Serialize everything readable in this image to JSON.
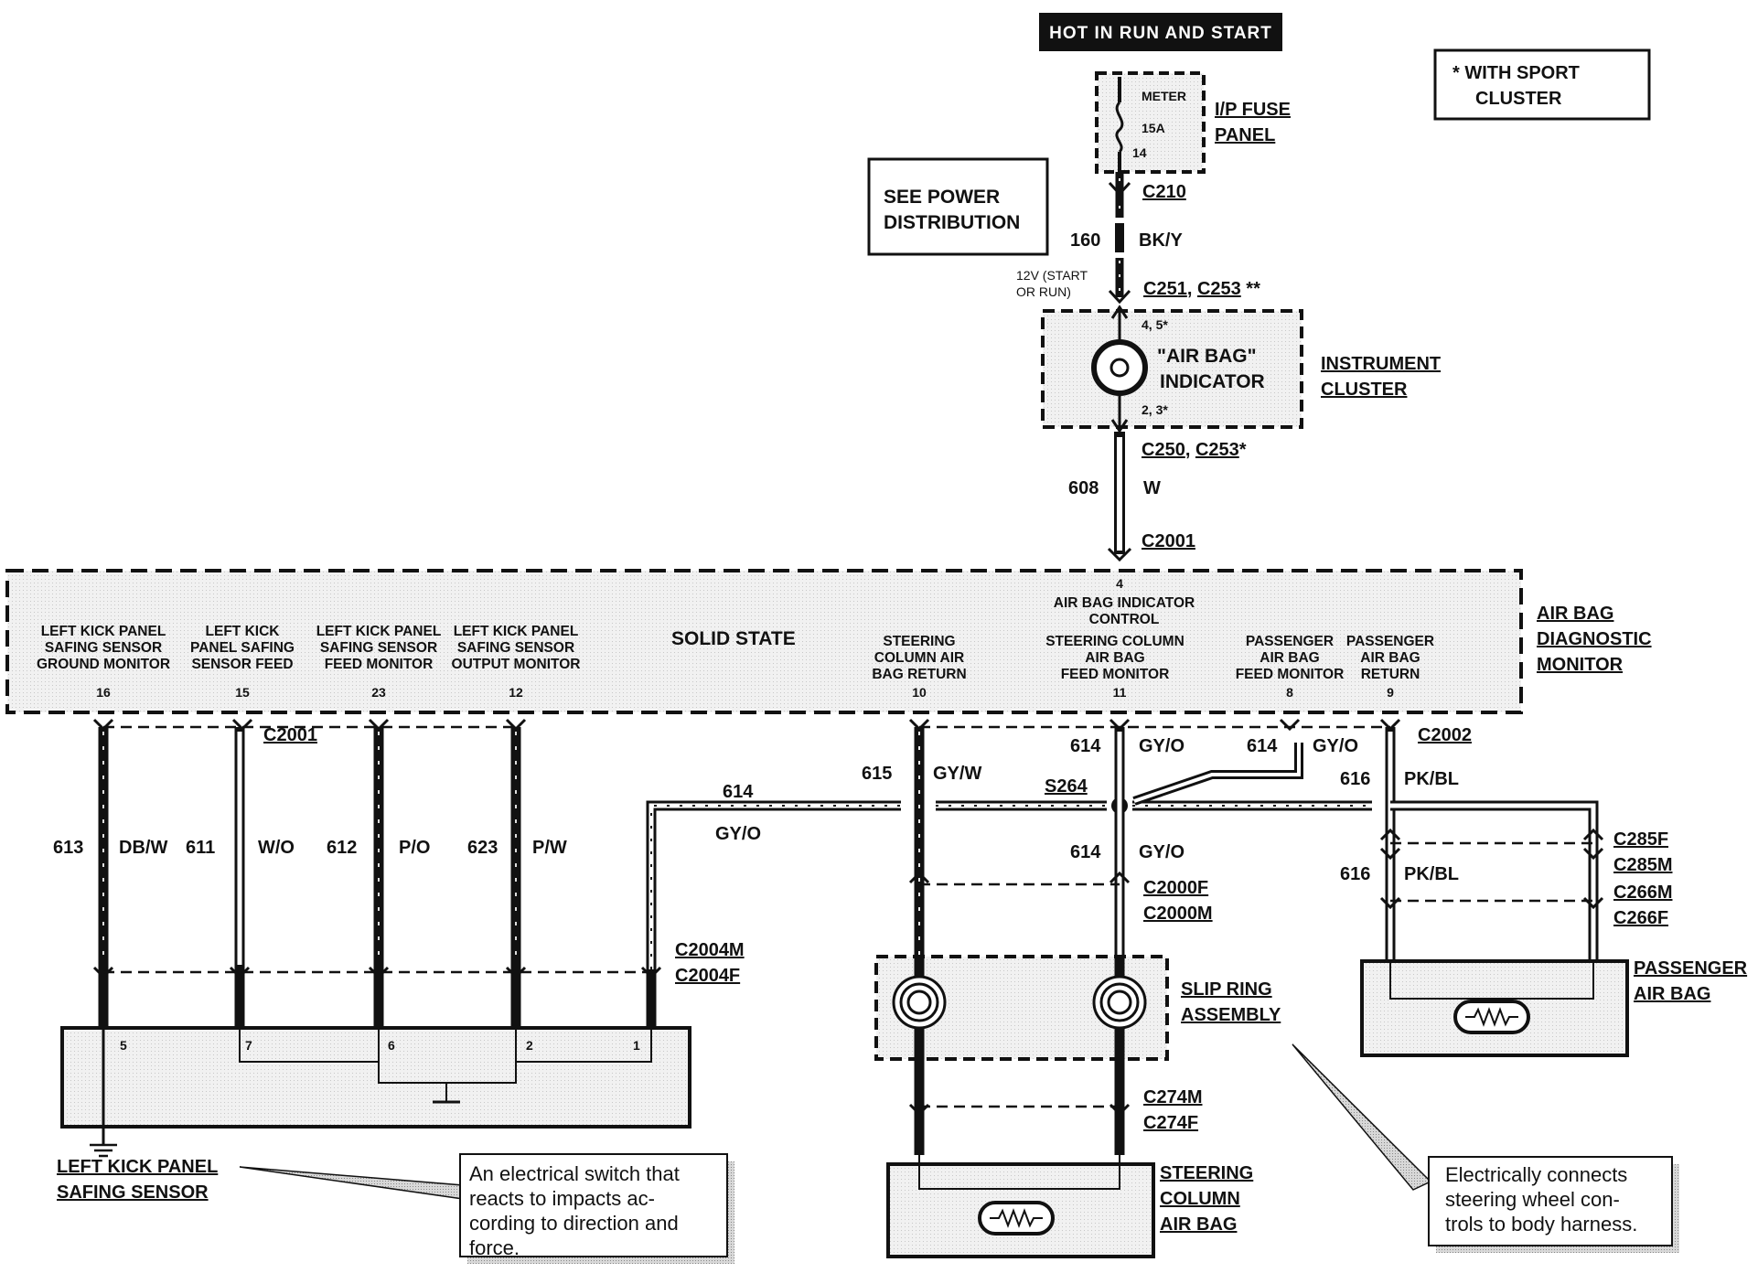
{
  "header": {
    "power_label": "HOT IN RUN AND START"
  },
  "legend": {
    "sport_line1": "*  WITH SPORT",
    "sport_line2": "CLUSTER"
  },
  "see_power": {
    "line1": "SEE POWER",
    "line2": "DISTRIBUTION"
  },
  "fuse_panel": {
    "name_line1": "I/P FUSE",
    "name_line2": "PANEL",
    "fuse_label": "METER",
    "rating": "15A",
    "number": "14"
  },
  "connectors": {
    "c210": "C210",
    "c251_c253": [
      "C251",
      ", ",
      "C253",
      " **"
    ],
    "c250_c253": [
      "C250",
      ", ",
      "C253",
      "*"
    ],
    "c2001_top": "C2001",
    "c2001_bottom": "C2001",
    "c2002": "C2002",
    "s264": "S264",
    "c2004": [
      "C2004M",
      "C2004F"
    ],
    "c2000": [
      "C2000F",
      "C2000M"
    ],
    "c285": [
      "C285F",
      "C285M"
    ],
    "c266": [
      "C266M",
      "C266F"
    ],
    "c274": [
      "C274M",
      "C274F"
    ]
  },
  "circuits": {
    "c160": {
      "num": "160",
      "color": "BK/Y"
    },
    "voltage_note": [
      "12V (START",
      "OR RUN)"
    ],
    "c608": {
      "num": "608",
      "color": "W"
    },
    "c613": {
      "num": "613",
      "color": "DB/W"
    },
    "c611": {
      "num": "611",
      "color": "W/O"
    },
    "c612": {
      "num": "612",
      "color": "P/O"
    },
    "c623": {
      "num": "623",
      "color": "P/W"
    },
    "c615": {
      "num": "615",
      "color": "GY/W"
    },
    "c614a": {
      "num": "614",
      "color": "GY/O"
    },
    "c614b": {
      "num": "614",
      "color": "GY/O"
    },
    "c614c": {
      "num": "614",
      "color": "GY/O"
    },
    "c614d": {
      "num": "614",
      "color": "GY/O"
    },
    "c616a": {
      "num": "616",
      "color": "PK/BL"
    },
    "c616b": {
      "num": "616",
      "color": "PK/BL"
    }
  },
  "instrument_cluster": {
    "name_line1": "INSTRUMENT",
    "name_line2": "CLUSTER",
    "indicator_line1": "\"AIR BAG\"",
    "indicator_line2": "INDICATOR",
    "pins_top": "4, 5*",
    "pins_bottom": "2, 3*"
  },
  "monitor": {
    "name": [
      "AIR BAG",
      "DIAGNOSTIC",
      "MONITOR"
    ],
    "solid_state": "SOLID STATE",
    "top_pin": "4",
    "top_function": [
      "AIR BAG INDICATOR",
      "CONTROL"
    ],
    "terminals": [
      {
        "pin": "16",
        "lines": [
          "LEFT KICK PANEL",
          "SAFING SENSOR",
          "GROUND MONITOR"
        ]
      },
      {
        "pin": "15",
        "lines": [
          "LEFT KICK",
          "PANEL SAFING",
          "SENSOR FEED"
        ]
      },
      {
        "pin": "23",
        "lines": [
          "LEFT KICK PANEL",
          "SAFING SENSOR",
          "FEED MONITOR"
        ]
      },
      {
        "pin": "12",
        "lines": [
          "LEFT KICK PANEL",
          "SAFING SENSOR",
          "OUTPUT MONITOR"
        ]
      },
      {
        "pin": "10",
        "lines": [
          "STEERING",
          "COLUMN AIR",
          "BAG RETURN"
        ]
      },
      {
        "pin": "11",
        "lines": [
          "STEERING  COLUMN",
          "AIR BAG",
          "FEED MONITOR"
        ]
      },
      {
        "pin": "8",
        "lines": [
          "PASSENGER",
          "AIR BAG",
          "FEED MONITOR"
        ]
      },
      {
        "pin": "9",
        "lines": [
          "PASSENGER",
          "AIR BAG",
          "RETURN"
        ]
      }
    ]
  },
  "safing_sensor": {
    "name": [
      "LEFT KICK PANEL",
      "SAFING SENSOR"
    ],
    "pins": [
      "5",
      "7",
      "6",
      "2",
      "1"
    ]
  },
  "slip_ring": {
    "name": [
      "SLIP RING",
      "ASSEMBLY"
    ]
  },
  "steering_airbag": {
    "name": [
      "STEERING",
      "COLUMN",
      "AIR BAG"
    ]
  },
  "passenger_airbag": {
    "name": [
      "PASSENGER",
      "AIR BAG"
    ]
  },
  "callouts": {
    "sensor_note": [
      "An electrical switch that",
      "reacts  to  impacts  ac-",
      "cording to direction and",
      "force."
    ],
    "slip_note": [
      "Electrically  connects",
      "steering  wheel  con-",
      "trols to body harness."
    ]
  }
}
